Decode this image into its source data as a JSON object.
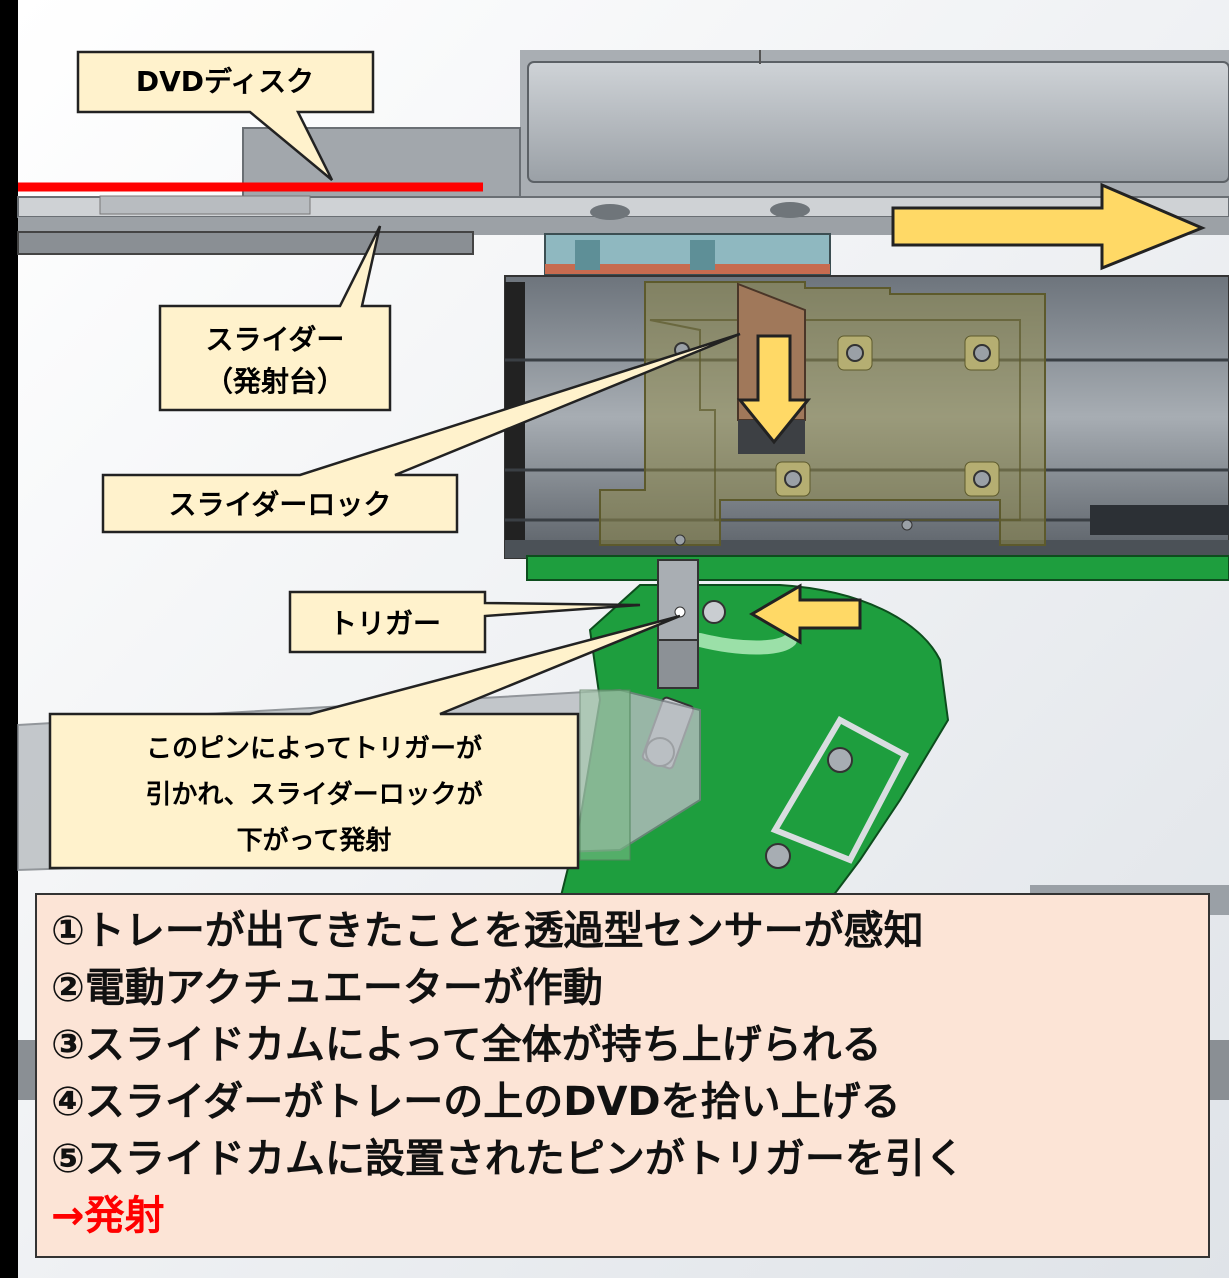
{
  "labels": {
    "dvd_disc": "DVDディスク",
    "slider_line1": "スライダー",
    "slider_line2": "（発射台）",
    "slider_lock": "スライダーロック",
    "trigger": "トリガー",
    "pin_line1": "このピンによってトリガーが",
    "pin_line2": "引かれ、スライダーロックが",
    "pin_line3": "下がって発射"
  },
  "steps": [
    "①トレーが出てきたことを透過型センサーが感知",
    "②電動アクチュエーターが作動",
    "③スライドカムによって全体が持ち上げられる",
    "④スライダーがトレーの上のDVDを拾い上げる",
    "⑤スライドカムに設置されたピンがトリガーを引く"
  ],
  "result": "→発射",
  "colors": {
    "callout_fill": "#fff2cc",
    "arrow_fill": "#ffd966",
    "disc_line": "#ff0000",
    "panel_fill": "#fce4d6",
    "green_parts": "#1e9e3e",
    "lock_brown": "#a0785a"
  }
}
